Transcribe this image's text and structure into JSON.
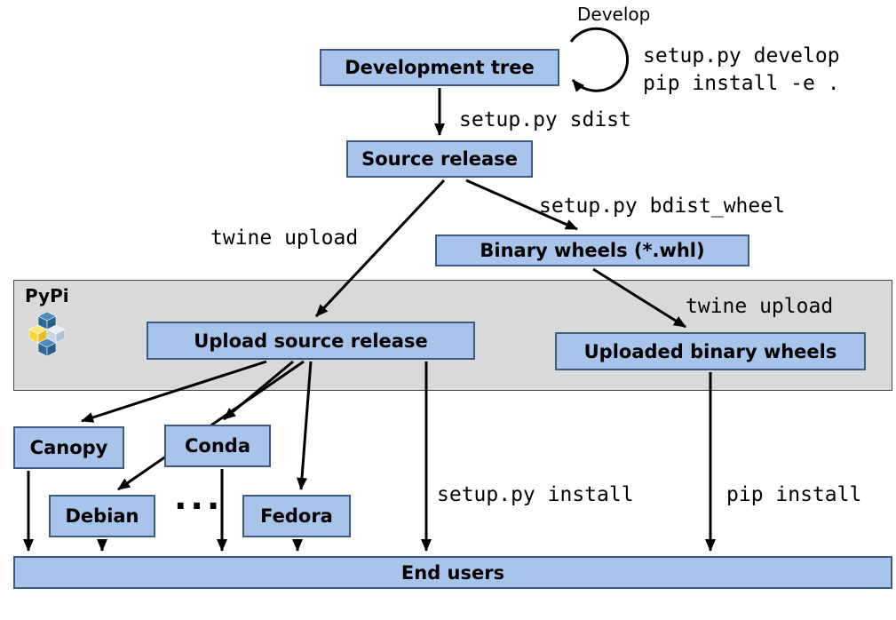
{
  "diagram": {
    "nodes": {
      "development_tree": "Development tree",
      "source_release": "Source release",
      "binary_wheels": "Binary wheels (*.whl)",
      "upload_source_release": "Upload source release",
      "uploaded_binary_wheels": "Uploaded binary wheels",
      "canopy": "Canopy",
      "conda": "Conda",
      "debian": "Debian",
      "fedora": "Fedora",
      "end_users": "End users",
      "ellipsis": "..."
    },
    "band": {
      "label": "PyPi"
    },
    "edge_labels": {
      "develop": "Develop",
      "develop_cmd_1": "setup.py develop",
      "develop_cmd_2": "pip install -e .",
      "sdist": "setup.py sdist",
      "twine_upload_source": "twine upload",
      "bdist_wheel": "setup.py bdist_wheel",
      "twine_upload_wheels": "twine upload",
      "setup_install": "setup.py install",
      "pip_install": "pip install"
    },
    "colors": {
      "node_fill": "#a8c4ea",
      "node_border": "#3d5a80",
      "band_fill": "#d9d9d9",
      "arrow": "#000000",
      "pypi_blue": "#3775a9",
      "pypi_yellow": "#ffd43b"
    }
  }
}
